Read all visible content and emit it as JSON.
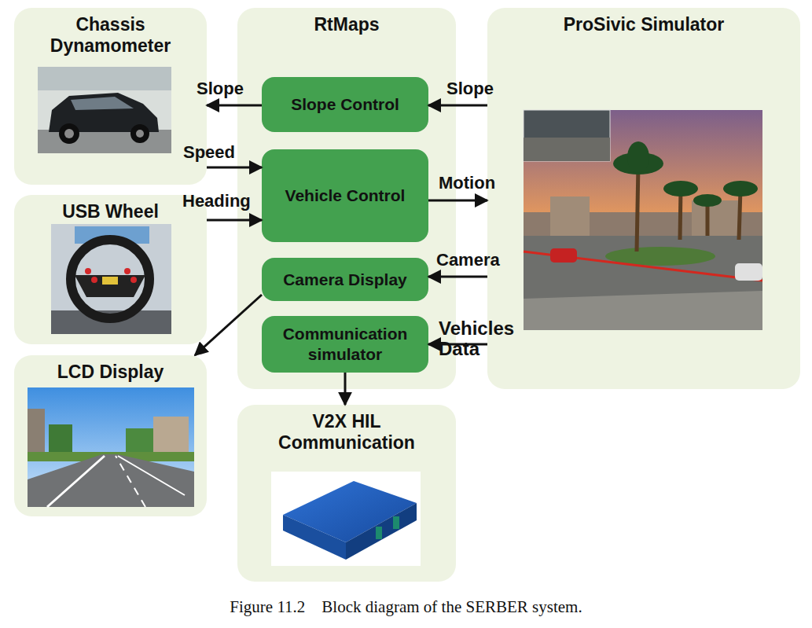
{
  "diagram": {
    "caption": "Figure 11.2    Block diagram of the SERBER system.",
    "nodes": [
      {
        "text": [
          "Chassis Dynamometer"
        ]
      },
      {
        "text": [
          "RtMaps"
        ]
      },
      {
        "text": [
          "ProSivic Simulator"
        ]
      },
      {
        "text": [
          "Slope Control"
        ],
        "in": 1
      },
      {
        "text": [
          "Vehicle Control"
        ],
        "in": 1
      },
      {
        "text": [
          "USB Wheel"
        ]
      },
      {
        "text": [
          "Camera Display"
        ],
        "in": 1
      },
      {
        "text": [
          "Communication simulator"
        ],
        "in": 1
      },
      {
        "text": [
          "LCD Display"
        ]
      },
      {
        "text": [
          "V2X HIL Communication"
        ]
      }
    ],
    "edges": [
      {
        "from": 3,
        "to": 0,
        "label": "Slope",
        "arrow": "to"
      },
      {
        "from": 2,
        "to": 3,
        "label": "Slope",
        "arrow": "to"
      },
      {
        "from": 0,
        "to": 4,
        "label": "Speed",
        "arrow": "to"
      },
      {
        "from": 5,
        "to": 4,
        "label": "Heading",
        "arrow": "to"
      },
      {
        "from": 4,
        "to": 2,
        "label": "Motion",
        "arrow": "to"
      },
      {
        "from": 2,
        "to": 6,
        "label": "Camera",
        "arrow": "to"
      },
      {
        "from": 6,
        "to": 8,
        "arrow": "to"
      },
      {
        "from": 2,
        "to": 7,
        "label": "Vehicles Data",
        "arrow": "to"
      },
      {
        "from": 7,
        "to": 9,
        "arrow": "to"
      }
    ]
  }
}
